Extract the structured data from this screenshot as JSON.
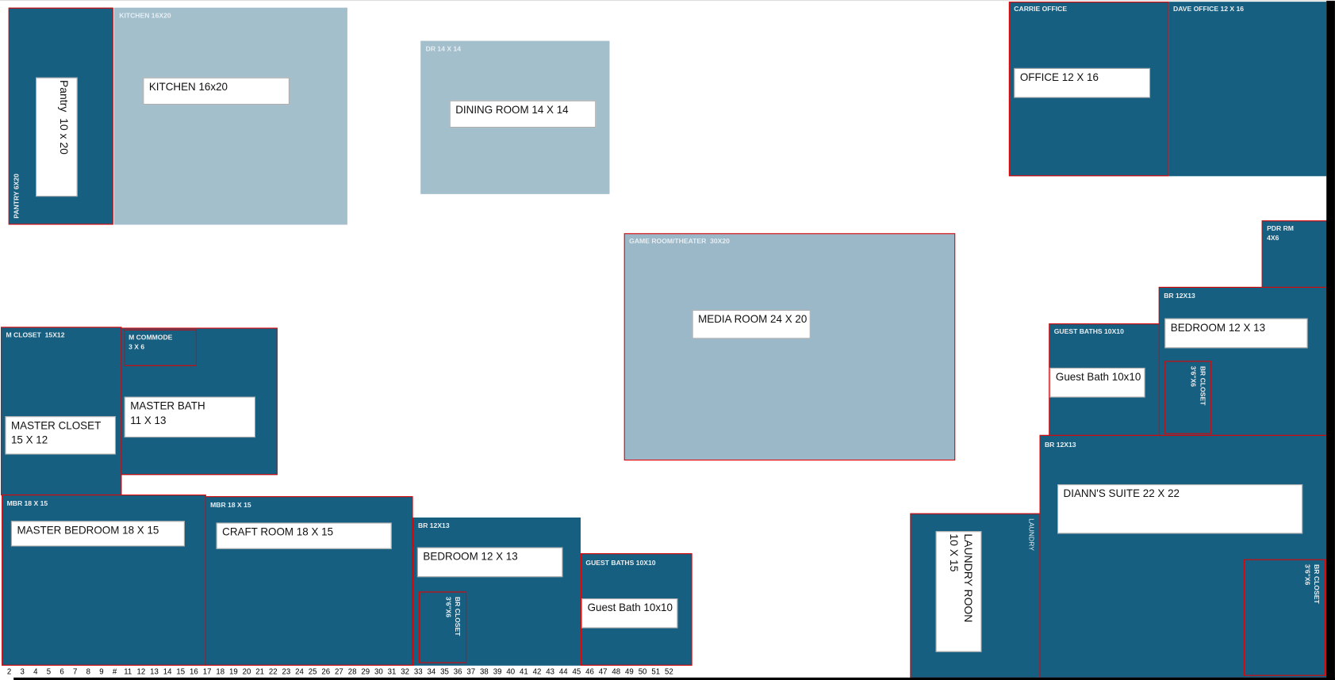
{
  "colors": {
    "dark": "#175f80",
    "light": "#a3bfcc",
    "border": "#e60000"
  },
  "rooms": {
    "pantry": {
      "label": "PANTRY 6X20",
      "box": "Pantry  10 x 20"
    },
    "kitchen": {
      "label": "KITCHEN 16X20",
      "box": "KITCHEN 16x20"
    },
    "dining": {
      "label": "DR 14 X 14",
      "box": "DINING ROOM 14 X 14"
    },
    "carrie": {
      "label": "CARRIE OFFICE",
      "box": "OFFICE 12 X 16"
    },
    "dave": {
      "label": "DAVE OFFICE 12 X 16"
    },
    "pdr": {
      "label": "PDR RM\n4X6"
    },
    "game": {
      "label": "GAME ROOM/THEATER  30X20",
      "box": "MEDIA ROOM 24 X 20"
    },
    "br_right": {
      "label": "BR 12X13",
      "box": "BEDROOM 12 X 13",
      "closet": "BR CLOSET\n3'6\"X6"
    },
    "gb_right": {
      "label": "GUEST BATHS 10X10",
      "box": "Guest Bath 10x10"
    },
    "diann": {
      "label": "BR 12X13",
      "box": "DIANN'S SUITE 22 X 22",
      "closet": "BR CLOSET\n3'6\"X6"
    },
    "laundry": {
      "label": "LAUNDRY",
      "box": "LAUNDRY ROON\n10 X 15"
    },
    "mcloset": {
      "label": "M CLOSET  15X12",
      "box": "MASTER CLOSET\n15 X 12"
    },
    "mbath": {
      "commode": "M COMMODE\n3 X 6",
      "box": "MASTER BATH\n11 X 13"
    },
    "mbr": {
      "label": "MBR 18 X 15",
      "box": "MASTER BEDROOM 18 X 15"
    },
    "craft": {
      "label": "MBR 18 X 15",
      "box": "CRAFT ROOM 18 X 15"
    },
    "br_bottom": {
      "label": "BR 12X13",
      "box": "BEDROOM 12 X 13",
      "closet": "BR CLOSET\n3'6\"X6"
    },
    "gb_bottom": {
      "label": "GUEST BATHS 10X10",
      "box": "Guest Bath 10x10"
    }
  },
  "column_numbers": [
    "2",
    "3",
    "4",
    "5",
    "6",
    "7",
    "8",
    "9",
    "#",
    "11",
    "12",
    "13",
    "14",
    "15",
    "16",
    "17",
    "18",
    "19",
    "20",
    "21",
    "22",
    "23",
    "24",
    "25",
    "26",
    "27",
    "28",
    "29",
    "30",
    "31",
    "32",
    "33",
    "34",
    "35",
    "36",
    "37",
    "38",
    "39",
    "40",
    "41",
    "42",
    "43",
    "44",
    "45",
    "46",
    "47",
    "48",
    "49",
    "50",
    "51",
    "52"
  ]
}
